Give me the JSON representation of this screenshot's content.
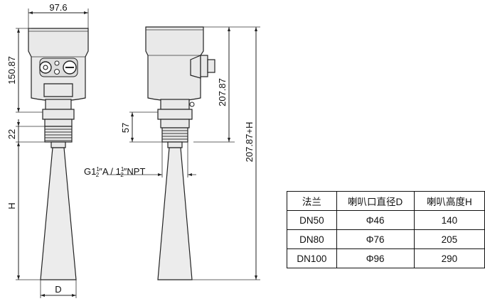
{
  "dimensions": {
    "head_width": "97.6",
    "head_height": "150.87",
    "thread_height": "22",
    "horn_height": "H",
    "horn_diameter": "D",
    "side_height": "207.87",
    "total_height": "207.87+H",
    "neck_height": "57"
  },
  "thread_label": {
    "part1": "G1",
    "frac1_top": "1",
    "frac1_bottom": "2",
    "part2": "″A / 1",
    "frac2_top": "1",
    "frac2_bottom": "2",
    "part3": "″NPT"
  },
  "table": {
    "headers": [
      "法兰",
      "喇叭口直径D",
      "喇叭高度H"
    ],
    "rows": [
      [
        "DN50",
        "Φ46",
        "140"
      ],
      [
        "DN80",
        "Φ76",
        "205"
      ],
      [
        "DN100",
        "Φ96",
        "290"
      ]
    ]
  }
}
